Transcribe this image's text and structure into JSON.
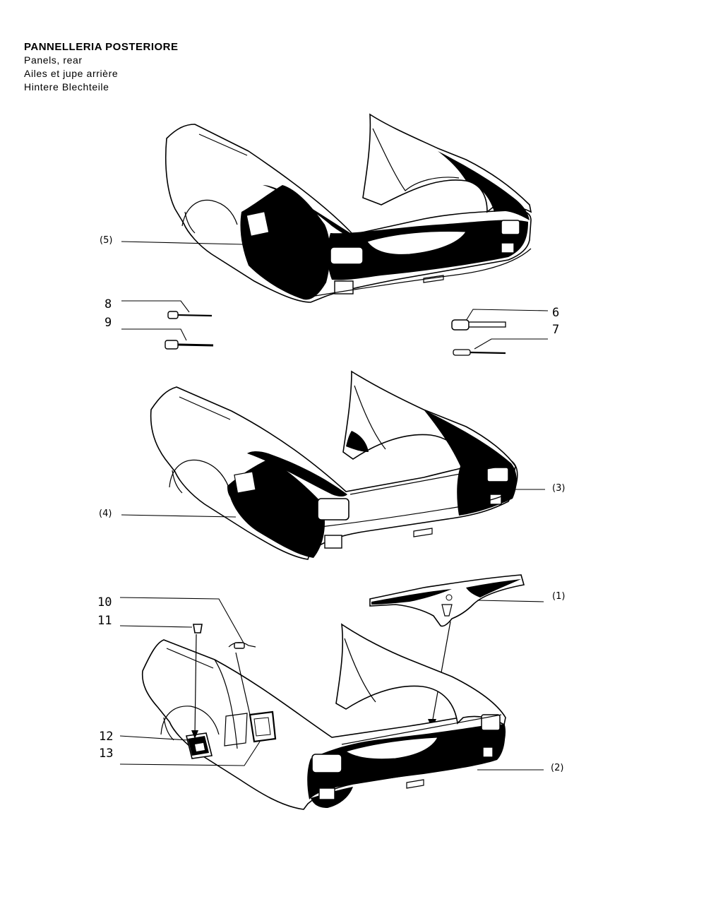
{
  "header": {
    "title": "PANNELLERIA POSTERIORE",
    "en": "Panels, rear",
    "fr": "Ailes et jupe arrière",
    "de": "Hintere Blechteile"
  },
  "callouts": {
    "c5": "(5)",
    "c4": "(4)",
    "c3": "(3)",
    "c2": "(2)",
    "c1": "(1)",
    "n6": "6",
    "n7": "7",
    "n8": "8",
    "n9": "9",
    "n10": "10",
    "n11": "11",
    "n12": "12",
    "n13": "13"
  }
}
